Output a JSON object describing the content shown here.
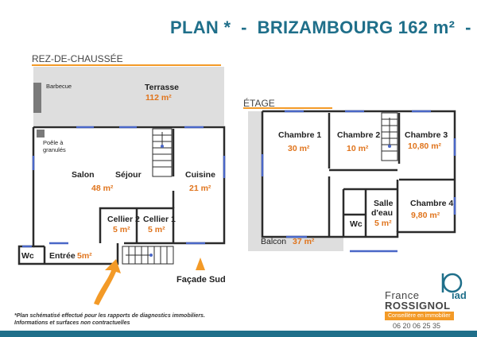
{
  "title": "PLAN *  -  BRIZAMBOURG 162 m²  -",
  "sections": {
    "ground": "REZ-DE-CHAUSSÉE",
    "upper": "ÉTAGE"
  },
  "rooms": {
    "barbecue": "Barbecue",
    "terrasse": "Terrasse",
    "terrasse_area": "112 m²",
    "poele_1": "Poêle à",
    "poele_2": "granulés",
    "salon": "Salon",
    "sejour": "Séjour",
    "sejour_area": "48 m²",
    "cuisine": "Cuisine",
    "cuisine_area": "21 m²",
    "cellier2": "Cellier 2",
    "cellier2_area": "5 m²",
    "cellier1": "Cellier 1",
    "cellier1_area": "5 m²",
    "wc_ground": "Wc",
    "entree": "Entrée",
    "entree_area": "5m²",
    "chambre1": "Chambre 1",
    "chambre1_area": "30 m²",
    "chambre2": "Chambre 2",
    "chambre2_area": "10 m²",
    "chambre3": "Chambre 3",
    "chambre3_area": "10,80 m²",
    "salle_1": "Salle",
    "salle_2": "d'eau",
    "salle_area": "5 m²",
    "chambre4": "Chambre 4",
    "chambre4_area": "9,80 m²",
    "wc_upper": "Wc",
    "balcon": "Balcon",
    "balcon_area": "37 m²"
  },
  "facade": "Façade Sud",
  "footnote_1": "*Plan schématisé effectué pour les rapports de diagnostics immobiliers.",
  "footnote_2": "Informations et surfaces non contractuelles",
  "branding": {
    "line1": "France",
    "line2": "ROSSIGNOL",
    "tagline": "Conseillère en immobilier",
    "phone": "06 20 06 25 35",
    "logo_text": "iad"
  },
  "colors": {
    "brand_blue": "#1f6f8a",
    "accent_orange": "#f39a27",
    "terrace_gray": "#dedede",
    "wall": "#2b2b2b",
    "window_blue": "#4a67c7"
  }
}
